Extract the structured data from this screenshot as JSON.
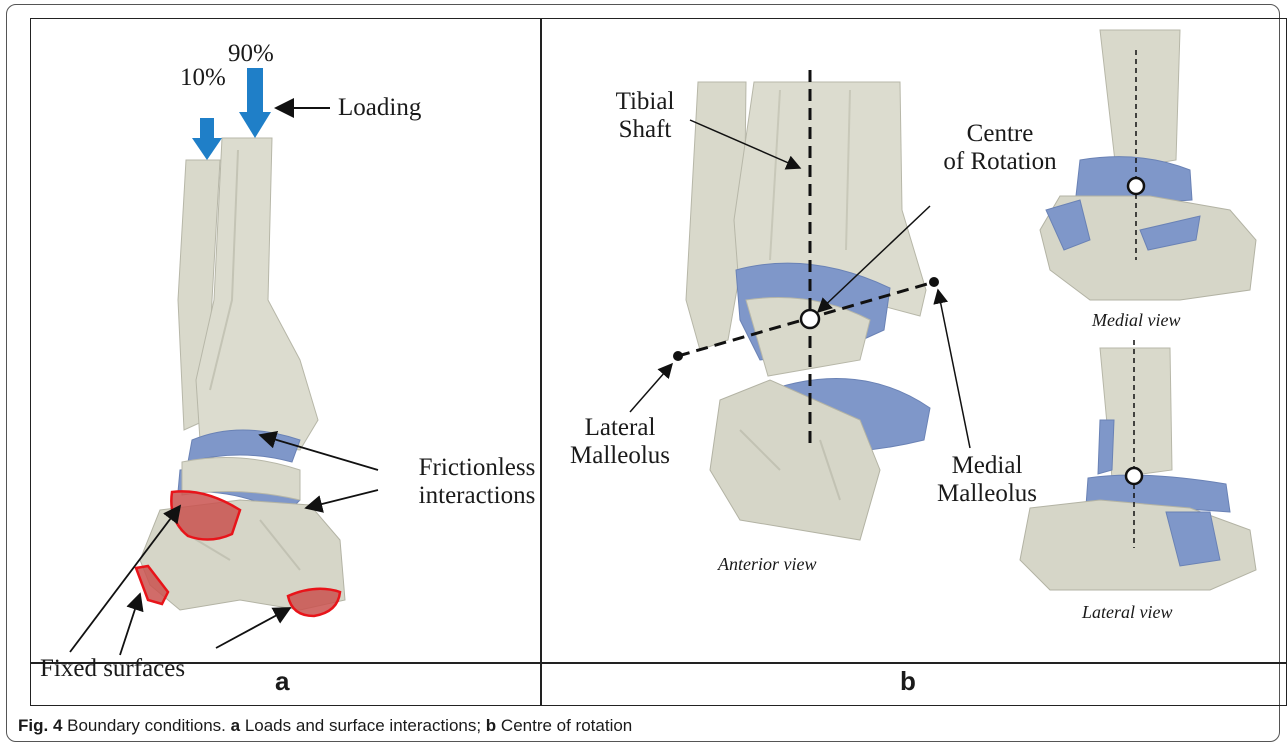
{
  "panel_a": {
    "letter": "a",
    "load_small": "10%",
    "load_large": "90%",
    "loading_label": "Loading",
    "frictionless_line1": "Frictionless",
    "frictionless_line2": "interactions",
    "fixed_label": "Fixed surfaces"
  },
  "panel_b": {
    "letter": "b",
    "tibial_line1": "Tibial",
    "tibial_line2": "Shaft",
    "centre_line1": "Centre",
    "centre_line2": "of Rotation",
    "lateral_line1": "Lateral",
    "lateral_line2": "Malleolus",
    "medial_line1": "Medial",
    "medial_line2": "Malleolus",
    "anterior_view": "Anterior view",
    "medial_view": "Medial view",
    "lateral_view": "Lateral view"
  },
  "caption": {
    "fig_label": "Fig. 4",
    "text_1": " Boundary conditions. ",
    "a_bold": "a",
    "text_2": " Loads and surface interactions; ",
    "b_bold": "b",
    "text_3": " Centre of rotation"
  },
  "colors": {
    "bone": "#d9d9cb",
    "bone_shade": "#bdbdae",
    "cartilage": "#7f97c9",
    "fixed": "#c9524f",
    "fixed_outline": "#e8141a",
    "load_arrow": "#1f7fc8"
  }
}
